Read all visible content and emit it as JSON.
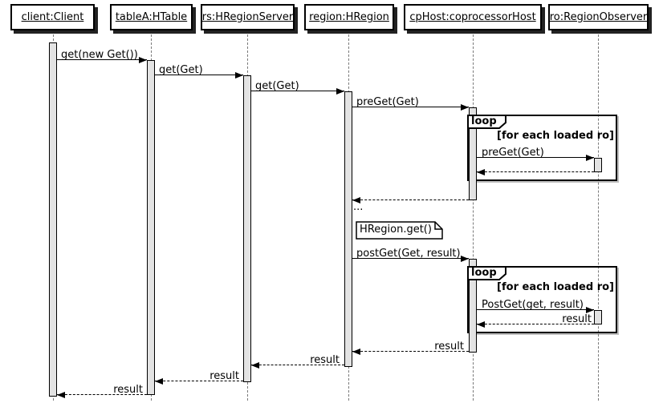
{
  "participants": [
    {
      "label": "client:Client"
    },
    {
      "label": "tableA:HTable"
    },
    {
      "label": "rs:HRegionServer"
    },
    {
      "label": "region:HRegion"
    },
    {
      "label": "cpHost:coprocessorHost"
    },
    {
      "label": "ro:RegionObserver"
    }
  ],
  "messages": [
    {
      "text": "get(new Get())"
    },
    {
      "text": "get(Get)"
    },
    {
      "text": "get(Get)"
    },
    {
      "text": "preGet(Get)"
    },
    {
      "text": "preGet(Get)"
    },
    {
      "text": "postGet(Get, result)"
    },
    {
      "text": "PostGet(get, result)"
    }
  ],
  "returns": [
    {
      "text": "result"
    },
    {
      "text": "result"
    },
    {
      "text": "result"
    },
    {
      "text": "result"
    },
    {
      "text": "result"
    }
  ],
  "loops": [
    {
      "label": "loop",
      "guard": "[for each loaded ro]"
    },
    {
      "label": "loop",
      "guard": "[for each loaded ro]"
    }
  ],
  "note": {
    "text": "HRegion.get()"
  },
  "ellipsis": "...",
  "colors": {
    "background": "#ffffff",
    "line": "#000000",
    "activation_fill": "#e3e3e3",
    "lifeline": "#7a7a7a",
    "shadow": "#222222"
  }
}
